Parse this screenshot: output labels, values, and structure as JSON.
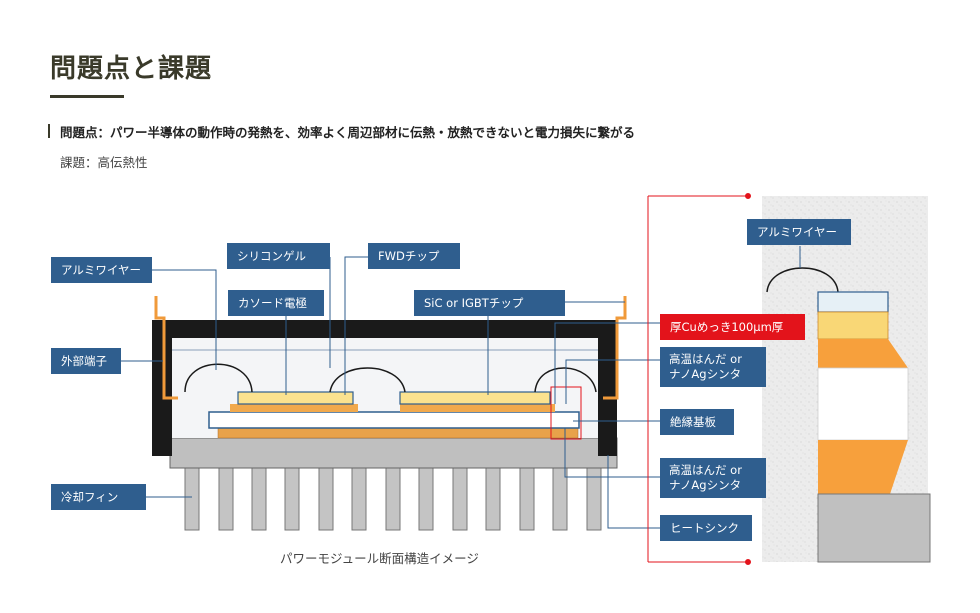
{
  "title": "問題点と課題",
  "problem": "問題点：パワー半導体の動作時の発熱を、効率よく周辺部材に伝熱・放熱できないと電力損失に繋がる",
  "task": "課題：高伝熱性",
  "caption": "パワーモジュール断面構造イメージ",
  "labels": {
    "al_wire_left": "アルミワイヤー",
    "outer_terminal": "外部端子",
    "cooling_fin": "冷却フィン",
    "silicone_gel": "シリコンゲル",
    "fwd_chip": "FWDチップ",
    "cathode": "カソード電極",
    "sic_igbt": "SiC or IGBTチップ",
    "thick_cu": "厚Cuめっき100μm厚",
    "solder_top": "高温はんだ or ナノAgシンタ",
    "insulating_substrate": "絶縁基板",
    "solder_bottom": "高温はんだ or ナノAgシンタ",
    "heat_sink": "ヒートシンク",
    "al_wire_right": "アルミワイヤー"
  },
  "colors": {
    "label_bg": "#2f5e8e",
    "highlight": "#e3131b",
    "orange": "#f7a03c",
    "yellow": "#f9d776",
    "heatsink": "#bfbfbf",
    "housing": "#1a1a1a"
  }
}
